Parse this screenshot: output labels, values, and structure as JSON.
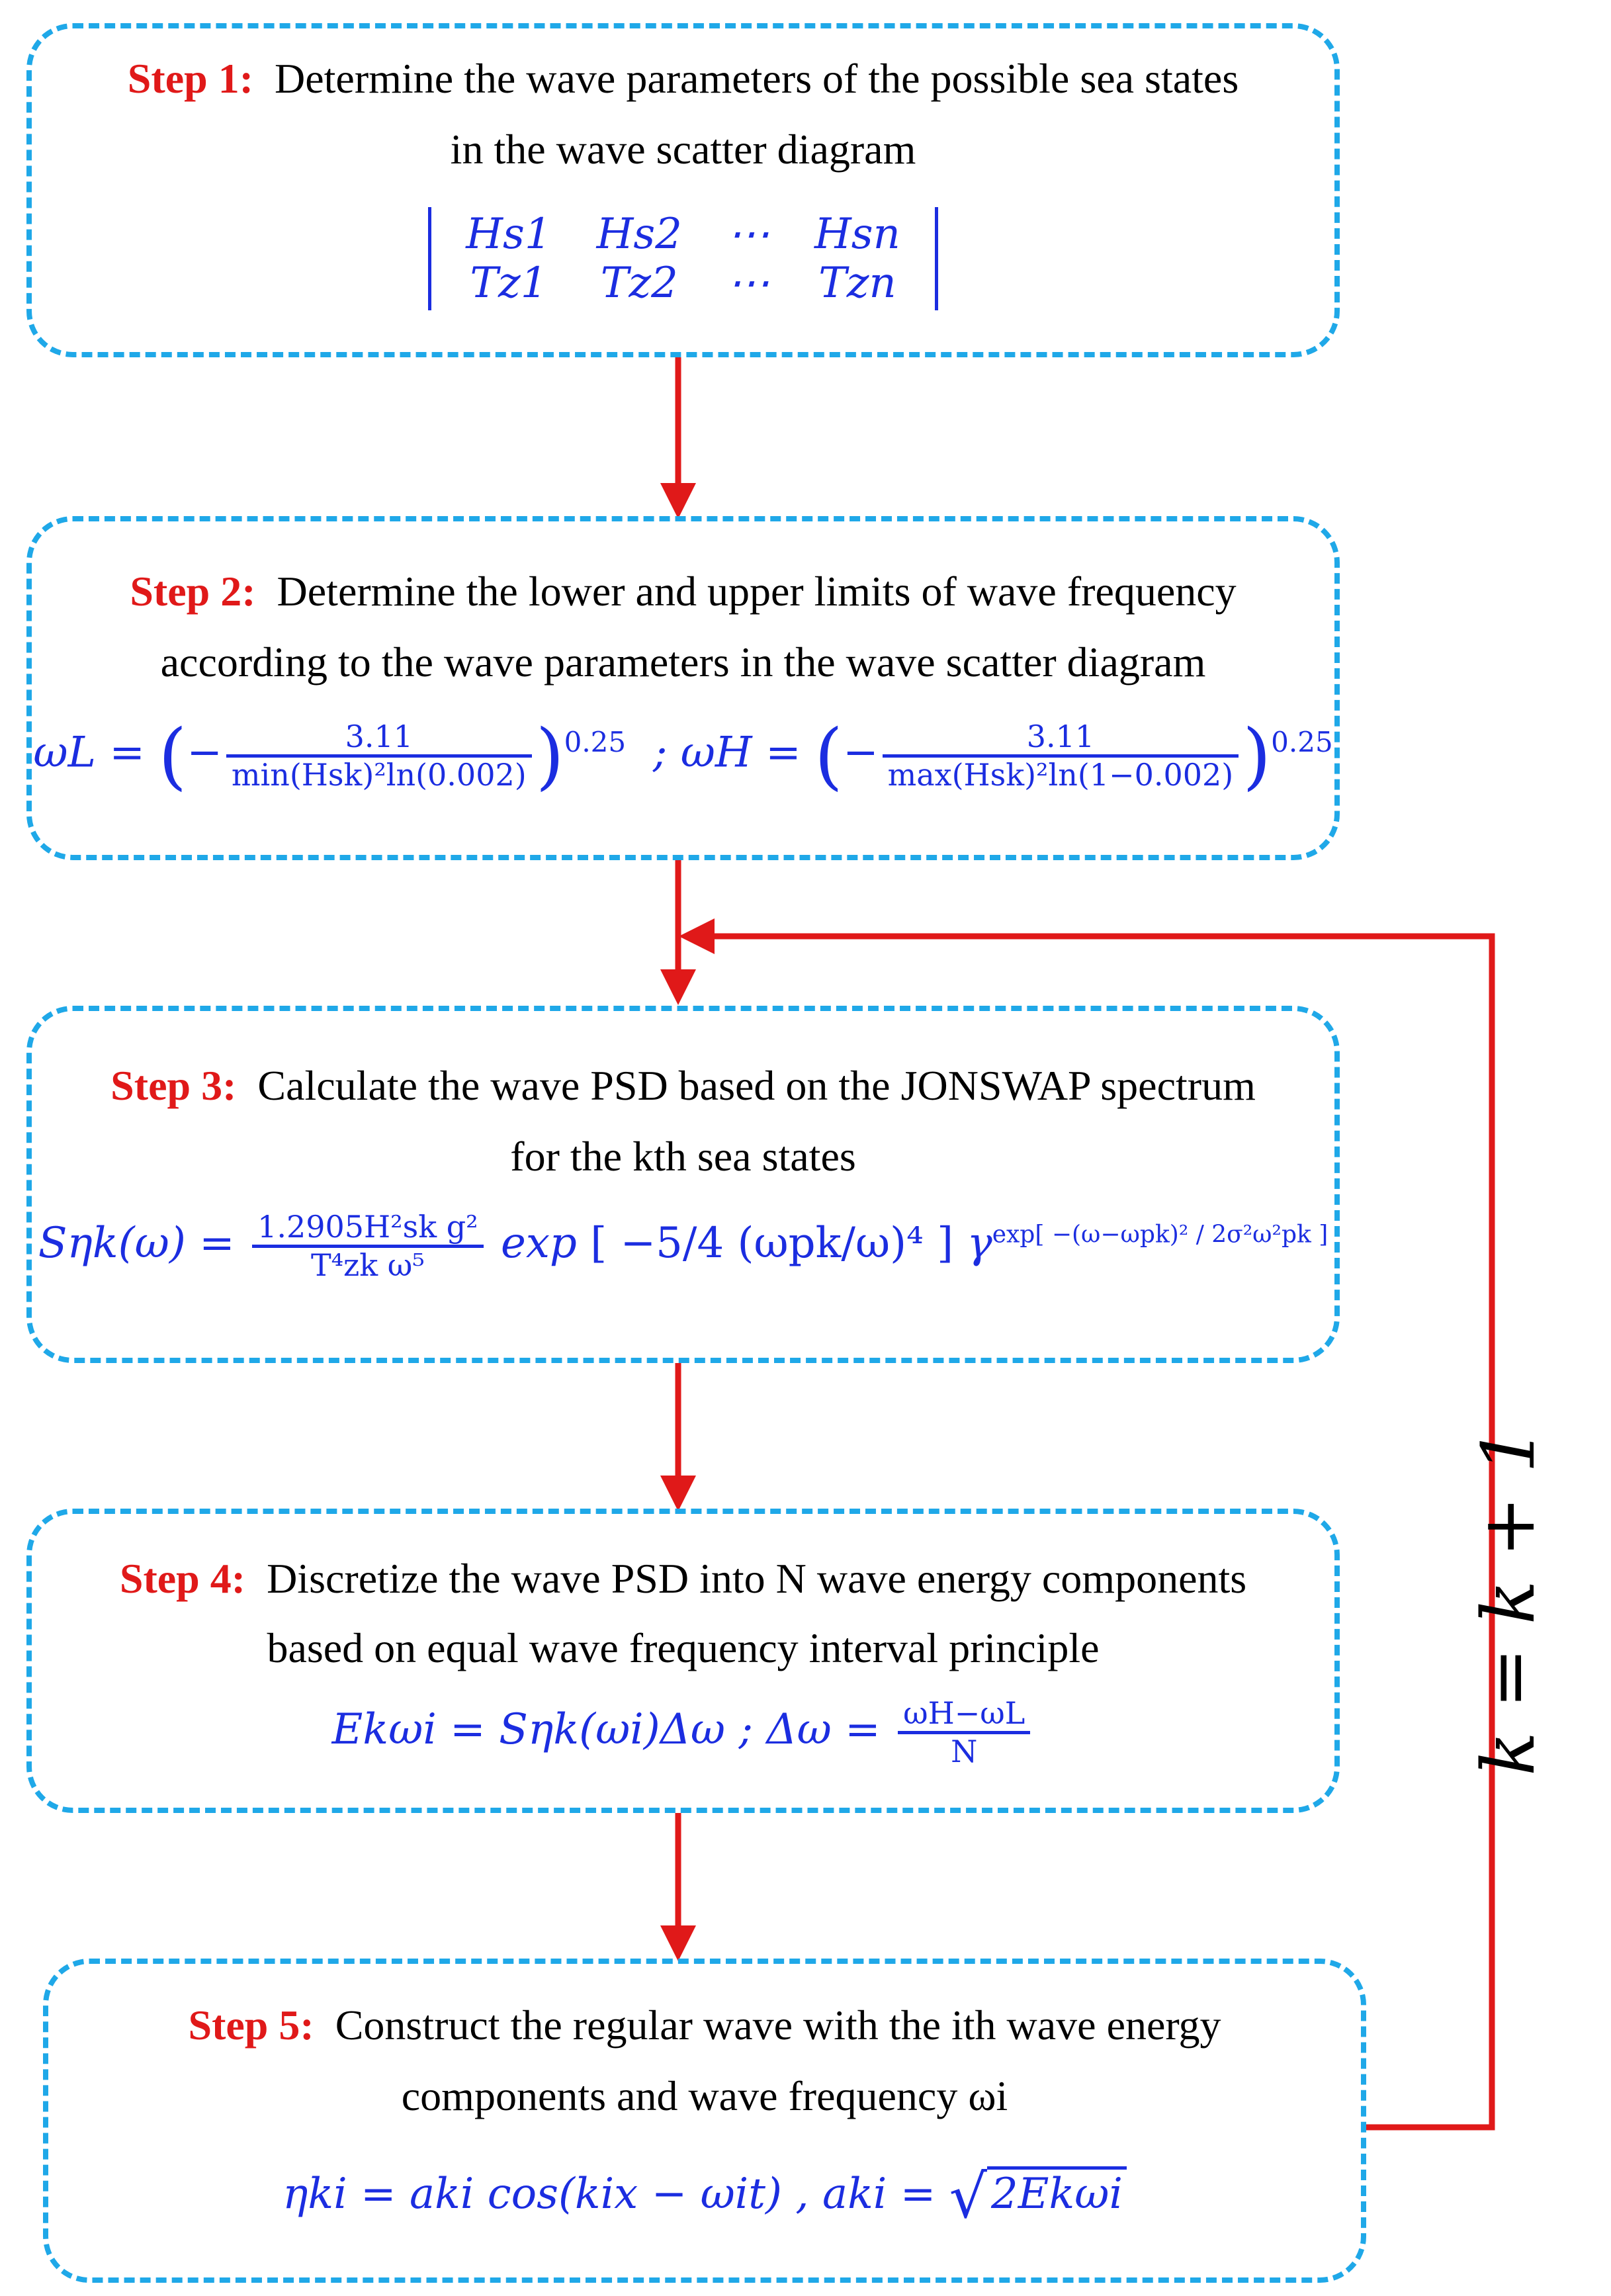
{
  "steps": [
    {
      "label": "Step 1:",
      "line1": "Determine the wave parameters of the possible sea states",
      "line2": "in the wave scatter diagram"
    },
    {
      "label": "Step 2:",
      "line1": "Determine the lower and upper limits of wave frequency",
      "line2": "according to the wave parameters in the wave scatter diagram"
    },
    {
      "label": "Step 3:",
      "line1": "Calculate the wave PSD based on the JONSWAP spectrum",
      "line2": "for the kth sea states"
    },
    {
      "label": "Step 4:",
      "line1": "Discretize the wave PSD into N wave energy components",
      "line2": "based on equal wave frequency interval principle"
    },
    {
      "label": "Step 5:",
      "line1": "Construct the regular wave with the ith wave energy",
      "line2": "components and wave frequency ωi"
    }
  ],
  "formulas": {
    "f1_row1": [
      "Hs1",
      "Hs2",
      "⋯",
      "Hsn"
    ],
    "f1_row2": [
      "Tz1",
      "Tz2",
      "⋯",
      "Tzn"
    ],
    "f2_lhs_L": "ωL =",
    "f2_num_L": "3.11",
    "f2_den_L": "min(Hsk)²ln(0.002)",
    "f2_exp_L": "0.25",
    "f2_sep": "; ωH =",
    "f2_num_H": "3.11",
    "f2_den_H": "max(Hsk)²ln(1−0.002)",
    "f2_exp_H": "0.25",
    "f3_lhs": "Sηk(ω) =",
    "f3_num": "1.2905H²sk g²",
    "f3_den": "T⁴zk ω⁵",
    "f3_exp": "exp",
    "f3_bracket": "[ −5/4 (ωpk/ω)⁴ ]",
    "f3_gamma": "γ",
    "f3_sup": "exp[ −(ω−ωpk)² / 2σ²ω²pk ]",
    "f4_lhs": "Ekωi = Sηk(ωi)Δω ; Δω =",
    "f4_num": "ωH−ωL",
    "f4_den": "N",
    "f5": "ηki = aki cos(kix − ωit) , aki =",
    "f5_sqrt": "2Ekωi"
  },
  "loop_label": "k = k + 1",
  "colors": {
    "box_border": "#1fa8e8",
    "arrow": "#e01919",
    "step_label": "#e01919",
    "formula": "#1b2de0"
  }
}
